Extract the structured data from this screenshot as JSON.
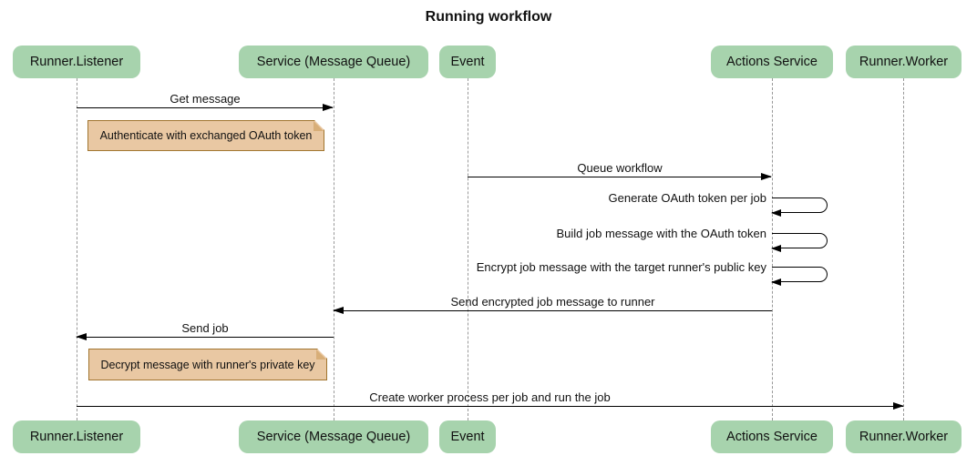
{
  "title": "Running workflow",
  "participants": [
    {
      "id": "runner-listener",
      "label": "Runner.Listener"
    },
    {
      "id": "service-message-queue",
      "label": "Service (Message Queue)"
    },
    {
      "id": "event",
      "label": "Event"
    },
    {
      "id": "actions-service",
      "label": "Actions Service"
    },
    {
      "id": "runner-worker",
      "label": "Runner.Worker"
    }
  ],
  "messages": [
    {
      "label": "Get message",
      "from": "Runner.Listener",
      "to": "Service (Message Queue)",
      "type": "solid-arrow"
    },
    {
      "label": "Queue workflow",
      "from": "Event",
      "to": "Actions Service",
      "type": "solid-arrow"
    },
    {
      "label": "Generate OAuth token per job",
      "from": "Actions Service",
      "to": "Actions Service",
      "type": "self-loop"
    },
    {
      "label": "Build job message with the OAuth token",
      "from": "Actions Service",
      "to": "Actions Service",
      "type": "self-loop"
    },
    {
      "label": "Encrypt job message with the target runner's public key",
      "from": "Actions Service",
      "to": "Actions Service",
      "type": "self-loop"
    },
    {
      "label": "Send encrypted job message to runner",
      "from": "Actions Service",
      "to": "Service (Message Queue)",
      "type": "solid-arrow"
    },
    {
      "label": "Send job",
      "from": "Service (Message Queue)",
      "to": "Runner.Listener",
      "type": "solid-arrow"
    },
    {
      "label": "Create worker process per job and run the job",
      "from": "Runner.Listener",
      "to": "Runner.Worker",
      "type": "solid-arrow"
    }
  ],
  "notes": [
    {
      "text": "Authenticate with exchanged OAuth token",
      "near": "Runner.Listener"
    },
    {
      "text": "Decrypt message with runner's private key",
      "near": "Runner.Listener"
    }
  ],
  "colors": {
    "participant_fill": "#a7d3ad",
    "note_fill": "#e9c8a3",
    "note_border": "#a1752f",
    "note_fold": "#d8ae78",
    "lifeline": "#999999",
    "arrow": "#000000",
    "text": "#111111",
    "background": "#ffffff"
  }
}
